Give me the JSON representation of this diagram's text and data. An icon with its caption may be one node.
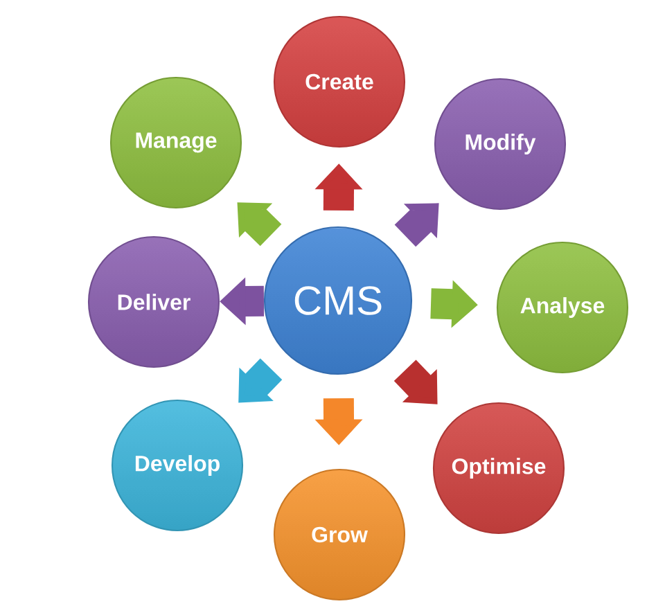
{
  "diagram": {
    "nodes": [
      {
        "text": [
          "CMS"
        ]
      },
      {
        "text": [
          "Create"
        ]
      },
      {
        "text": [
          "Modify"
        ]
      },
      {
        "text": [
          "Analyse"
        ]
      },
      {
        "text": [
          "Optimise"
        ]
      },
      {
        "text": [
          "Grow"
        ]
      },
      {
        "text": [
          "Develop"
        ]
      },
      {
        "text": [
          "Deliver"
        ]
      },
      {
        "text": [
          "Manage"
        ]
      }
    ],
    "edges": [
      {
        "from": 0,
        "to": 1,
        "arrow": "to",
        "color": "#c23334"
      },
      {
        "from": 0,
        "to": 2,
        "arrow": "to",
        "color": "#7d529f"
      },
      {
        "from": 0,
        "to": 3,
        "arrow": "to",
        "color": "#86b83a"
      },
      {
        "from": 0,
        "to": 4,
        "arrow": "to",
        "color": "#b8302f"
      },
      {
        "from": 0,
        "to": 5,
        "arrow": "to",
        "color": "#f4872a"
      },
      {
        "from": 0,
        "to": 6,
        "arrow": "to",
        "color": "#35acd3"
      },
      {
        "from": 0,
        "to": 7,
        "arrow": "to",
        "color": "#7d529f"
      },
      {
        "from": 0,
        "to": 8,
        "arrow": "to",
        "color": "#86b83a"
      }
    ]
  }
}
